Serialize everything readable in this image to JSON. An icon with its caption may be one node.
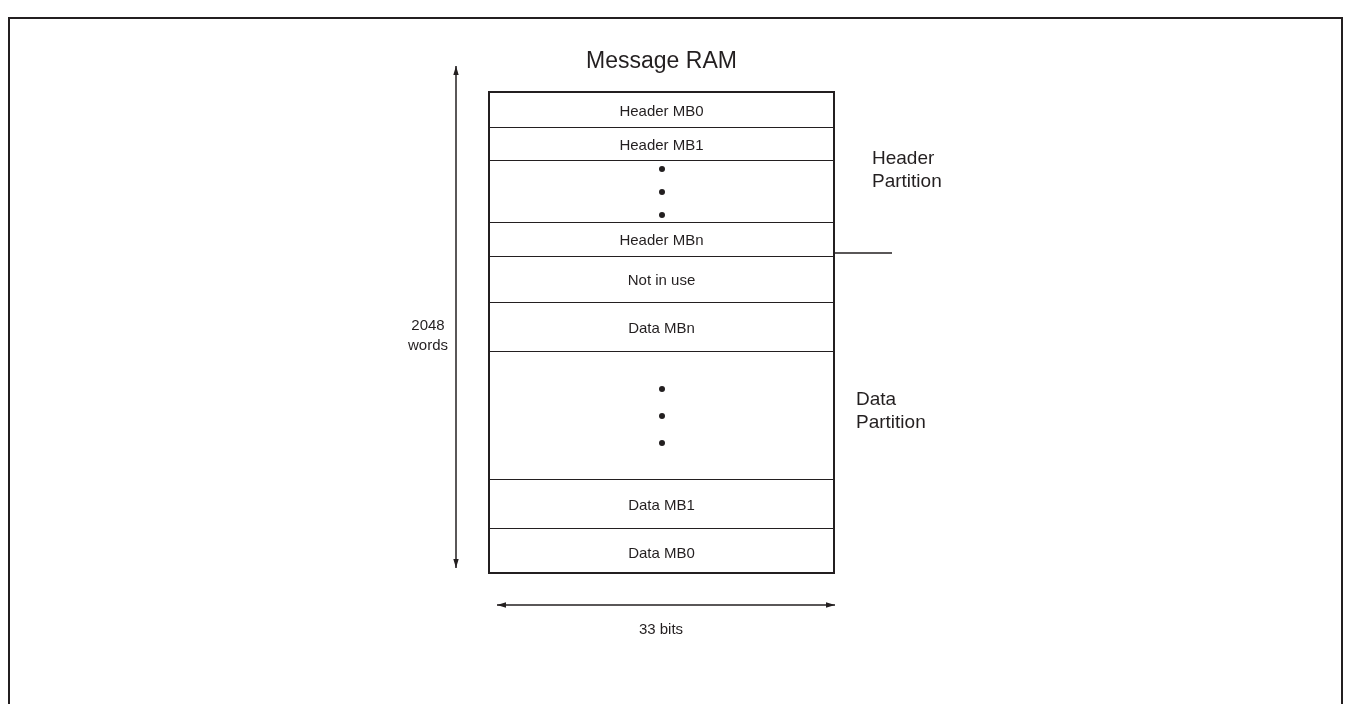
{
  "diagram": {
    "nodes": [
      {
        "text": [
          "Message RAM"
        ]
      },
      {
        "text": [
          "Header MB0"
        ],
        "in": 0
      },
      {
        "text": [
          "Header MB1"
        ],
        "in": 0
      },
      {
        "text": [],
        "shape": "box",
        "in": 0
      },
      {
        "text": [
          "Header MBn"
        ],
        "in": 0
      },
      {
        "text": [
          "Not in use"
        ],
        "in": 0
      },
      {
        "text": [
          "Data MBn"
        ],
        "in": 0
      },
      {
        "text": [],
        "shape": "box",
        "in": 0
      },
      {
        "text": [
          "Data MB1"
        ],
        "in": 0
      },
      {
        "text": [
          "Data MB0"
        ],
        "in": 0
      }
    ],
    "edges": [],
    "labels": [
      "Header Partition",
      "2048 words",
      "Data Partition",
      "33 bits"
    ]
  }
}
